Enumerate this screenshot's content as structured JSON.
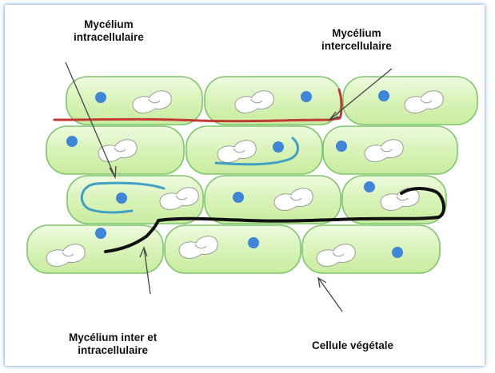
{
  "labels": {
    "intracellular": {
      "line1": "Mycélium",
      "line2": "intracellulaire"
    },
    "intercellular": {
      "line1": "Mycélium",
      "line2": "intercellulaire"
    },
    "inter_intra": {
      "line1": "Mycélium inter et",
      "line2": "intracellulaire"
    },
    "plant_cell": {
      "line1": "Cellule végétale"
    }
  },
  "colors": {
    "cell_fill": "#d8f3b8",
    "cell_stroke": "#7cc56a",
    "nucleus": "#3f86d8",
    "vacuole_fill": "#ffffff",
    "vacuole_stroke": "#9a9a9a",
    "intercellular_hypha": "#c23a34",
    "intracellular_hypha": "#3fa0c4",
    "mixed_hypha": "#111111",
    "arrow": "#444444"
  }
}
